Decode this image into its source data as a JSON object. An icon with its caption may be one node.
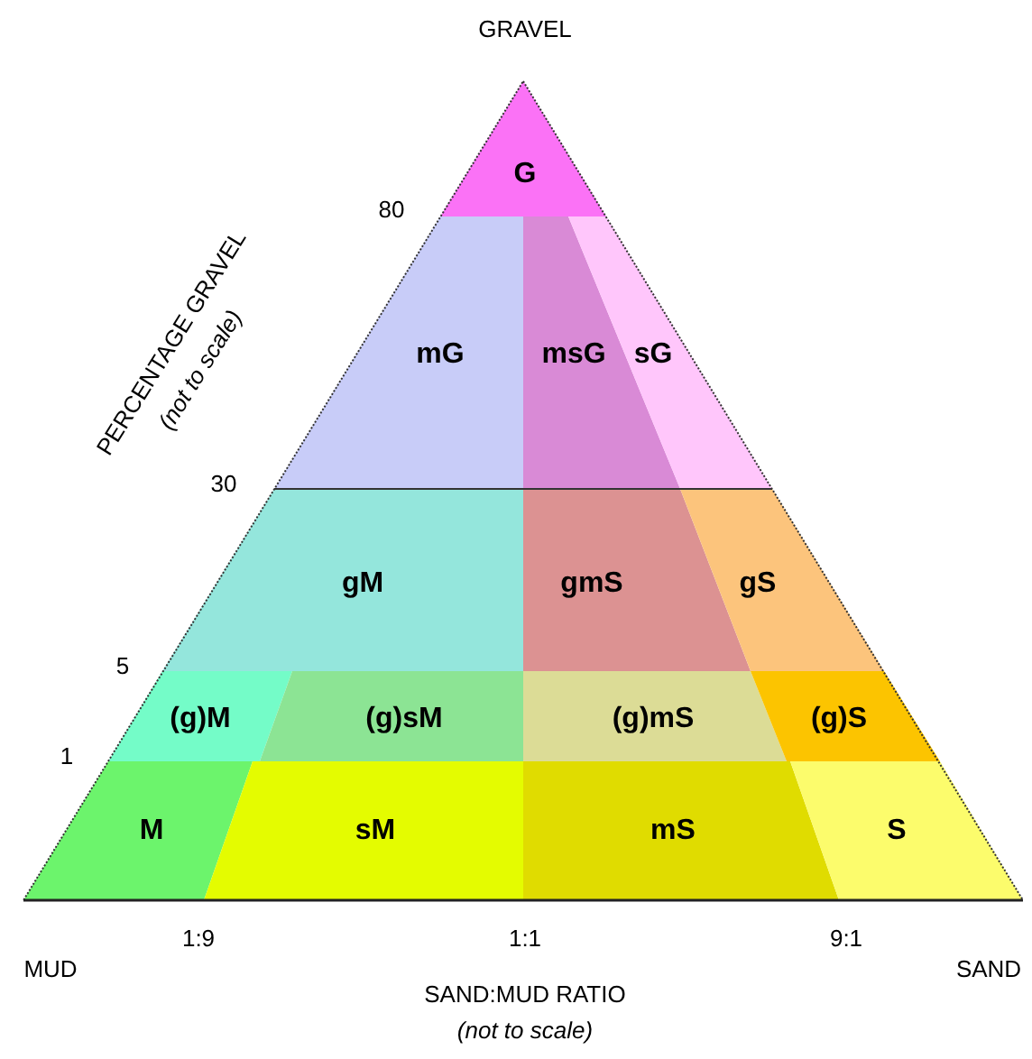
{
  "diagram": {
    "nodes": [
      {
        "text": [
          "G"
        ]
      },
      {
        "text": [
          "mG"
        ]
      },
      {
        "text": [
          "msG"
        ]
      },
      {
        "text": [
          "sG"
        ]
      },
      {
        "text": [
          "gM"
        ]
      },
      {
        "text": [
          "gmS"
        ]
      },
      {
        "text": [
          "gS"
        ]
      },
      {
        "text": [
          "(g)M"
        ]
      },
      {
        "text": [
          "(g)sM"
        ]
      },
      {
        "text": [
          "(g)mS"
        ]
      },
      {
        "text": [
          "(g)S"
        ]
      },
      {
        "text": [
          "M"
        ]
      },
      {
        "text": [
          "sM"
        ]
      },
      {
        "text": [
          "mS"
        ]
      },
      {
        "text": [
          "S"
        ]
      }
    ],
    "labels": [
      "GRAVEL",
      "80",
      "PERCENTAGE GRAVEL",
      "(not to scale)",
      "30",
      "5",
      "1",
      "1:9",
      "1:1",
      "9:1",
      "MUD",
      "SAND",
      "SAND:MUD RATIO",
      "(not to scale)"
    ]
  }
}
